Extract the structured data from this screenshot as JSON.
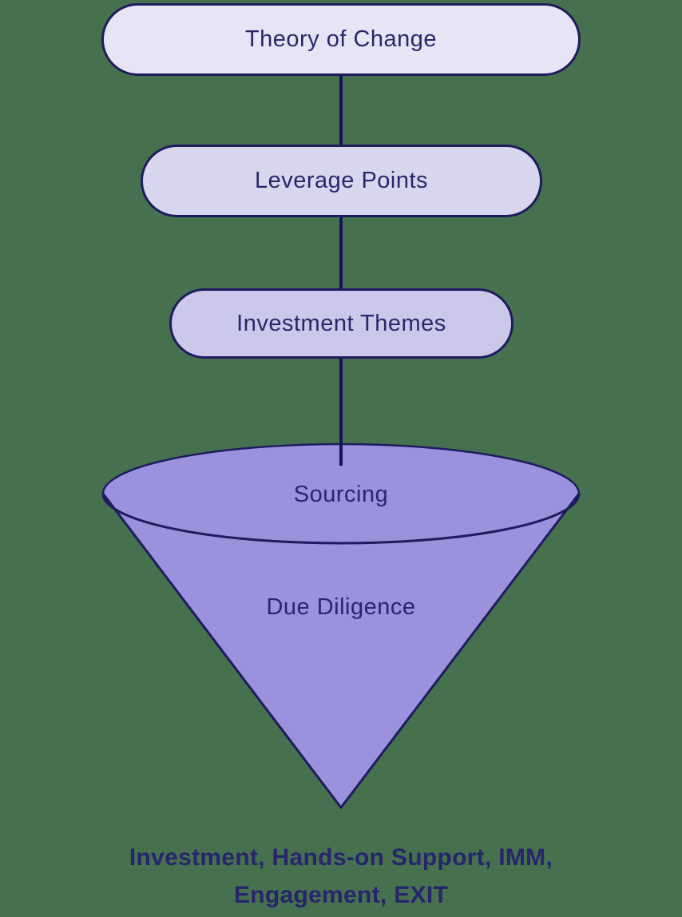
{
  "diagram": {
    "nodes": [
      {
        "id": "theory-of-change",
        "label": "Theory of Change",
        "fill": "#E6E4F5"
      },
      {
        "id": "leverage-points",
        "label": "Leverage Points",
        "fill": "#D9D6F0"
      },
      {
        "id": "investment-themes",
        "label": "Investment Themes",
        "fill": "#CCC8EA"
      }
    ],
    "funnel": {
      "fill": "#9A92DC",
      "stages": [
        {
          "label": "Sourcing"
        },
        {
          "label": "Due Diligence"
        }
      ]
    },
    "caption": {
      "line1": "Investment, Hands-on Support, IMM,",
      "line2": "Engagement, EXIT"
    },
    "colors": {
      "background": "#47714E",
      "outline": "#1D1C5E",
      "connector": "#14135C",
      "text": "#28276B"
    }
  }
}
